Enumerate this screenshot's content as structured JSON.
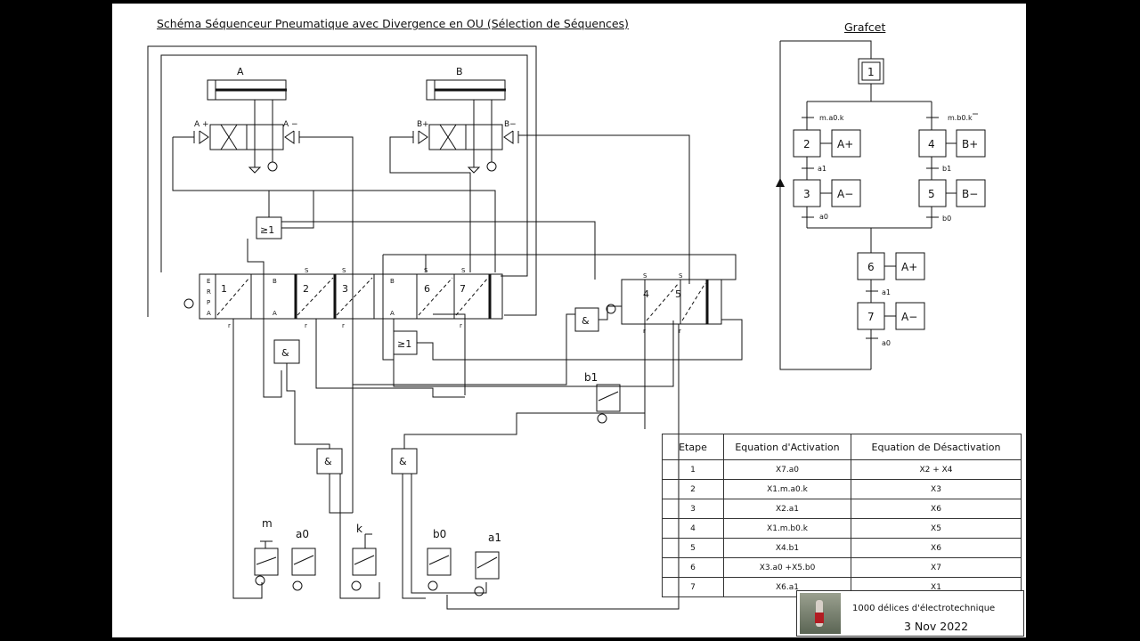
{
  "title": "Schéma Séquenceur Pneumatique avec Divergence en OU (Sélection de Séquences)",
  "grafcet": {
    "title": "Grafcet",
    "initial_step": "1",
    "steps": [
      {
        "num": "2",
        "action": "A+"
      },
      {
        "num": "3",
        "action": "A−"
      },
      {
        "num": "4",
        "action": "B+"
      },
      {
        "num": "5",
        "action": "B−"
      },
      {
        "num": "6",
        "action": "A+"
      },
      {
        "num": "7",
        "action": "A−"
      }
    ],
    "transitions": [
      "m.a0.k",
      "m.b0.k",
      "a1",
      "b1",
      "a0",
      "b0",
      "a1",
      "a0"
    ]
  },
  "schema": {
    "cylinders": [
      "A",
      "B"
    ],
    "valve_ports": [
      "A +",
      "A −",
      "B+",
      "B−"
    ],
    "sequencer_modules": [
      "1",
      "2",
      "3",
      "6",
      "7",
      "4",
      "5"
    ],
    "module_ports": [
      "E",
      "R",
      "P",
      "A",
      "B",
      "A",
      "B",
      "A",
      "S",
      "S",
      "S",
      "S",
      "S",
      "S",
      "r",
      "r",
      "r",
      "r",
      "r",
      "r"
    ],
    "logic_gates": [
      "≥1",
      "≥1",
      "&",
      "&",
      "&",
      "&"
    ],
    "sensors": [
      "m",
      "a0",
      "k",
      "b0",
      "a1",
      "b1"
    ]
  },
  "table": {
    "headers": [
      "Etape",
      "Equation d'Activation",
      "Equation de  Désactivation"
    ],
    "rows": [
      [
        "1",
        "X7.a0",
        "X2 + X4"
      ],
      [
        "2",
        "X1.m.a0.k",
        "X3"
      ],
      [
        "3",
        "X2.a1",
        "X6"
      ],
      [
        "4",
        "X1.m.b0.k",
        "X5"
      ],
      [
        "5",
        "X4.b1",
        "X6"
      ],
      [
        "6",
        "X3.a0 +X5.b0",
        "X7"
      ],
      [
        "7",
        "X6.a1",
        "X1"
      ]
    ]
  },
  "signature": {
    "name": "1000 délices      d'électrotechnique",
    "date": "3 Nov 2022"
  }
}
